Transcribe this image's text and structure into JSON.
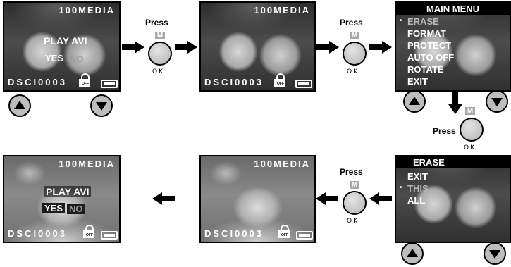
{
  "screens": {
    "s1": {
      "folder": "100MEDIA",
      "file": "DSCI0003",
      "dialog_title": "PLAY AVI",
      "yes": "YES",
      "no": "NO",
      "lock_label": "OFF"
    },
    "s2": {
      "folder": "100MEDIA",
      "file": "DSCI0003",
      "lock_label": "OFF"
    },
    "s3": {
      "title": "MAIN MENU",
      "items": [
        "ERASE",
        "FORMAT",
        "PROTECT",
        "AUTO OFF",
        "ROTATE",
        "EXIT"
      ]
    },
    "s4": {
      "title": "ERASE",
      "items": [
        "EXIT",
        "THIS",
        "ALL"
      ]
    },
    "s5": {
      "folder": "100MEDIA",
      "file": "DSCI0003",
      "lock_label": "OFF"
    },
    "s6": {
      "folder": "100MEDIA",
      "file": "DSCI0003",
      "dialog_title": "PLAY AVI",
      "yes": "YES",
      "no": "NO",
      "lock_label": "OFF"
    }
  },
  "press": {
    "label": "Press",
    "key": "M",
    "ok": "OK"
  },
  "icons": {
    "up_button": "triangle-up-icon",
    "down_button": "triangle-down-icon",
    "arrow": "right-arrow-icon"
  },
  "colors": {
    "screen_bg": "#3a3a3a",
    "button_fill": "#bdbdbd",
    "key_fill": "#a8a8a8"
  }
}
